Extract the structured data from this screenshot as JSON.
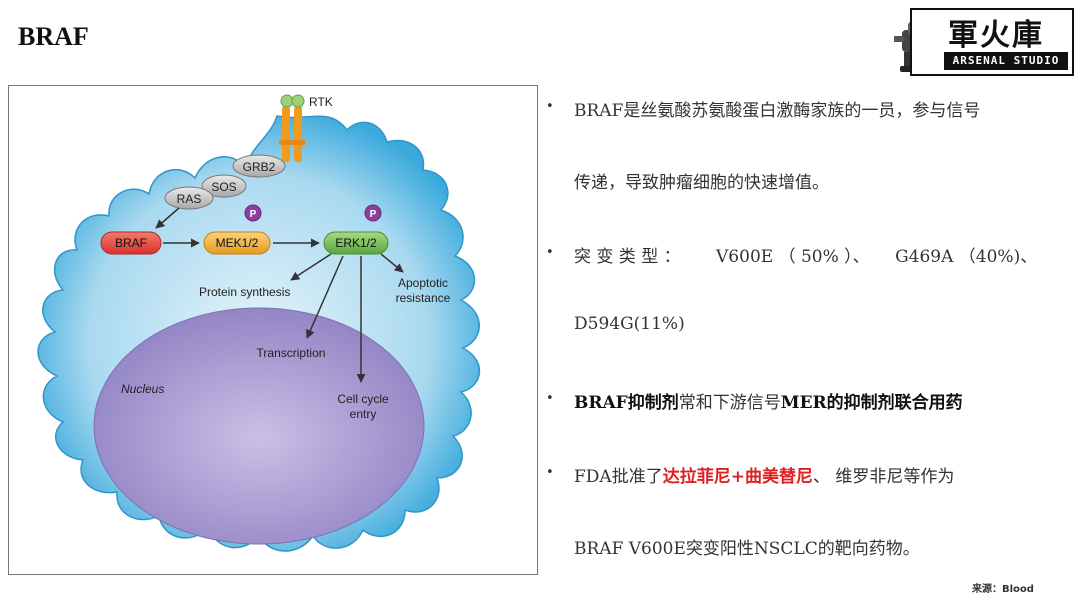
{
  "page": {
    "title": "BRAF",
    "source": "来源：Blood"
  },
  "logo": {
    "cn": "軍火庫",
    "en": "ARSENAL STUDIO"
  },
  "diagram": {
    "rtk": "RTK",
    "grb2": "GRB2",
    "sos": "SOS",
    "ras": "RAS",
    "braf": "BRAF",
    "mek": "MEK1/2",
    "erk": "ERK1/2",
    "p1": "P",
    "p2": "P",
    "protein": "Protein synthesis",
    "apoptotic1": "Apoptotic",
    "apoptotic2": "resistance",
    "transcription": "Transcription",
    "nucleus": "Nucleus",
    "cellcycle1": "Cell cycle",
    "cellcycle2": "entry",
    "colors": {
      "cell_outer": "#3aa9dc",
      "cell_inner": "#cbe8f6",
      "nucleus": "#a79ad0",
      "braf": "#e8473e",
      "mek": "#f2b43a",
      "erk": "#79c05a",
      "p_badge": "#8b3fa0",
      "rtk": "#f29a1e"
    }
  },
  "bullets": {
    "b1_l1": "BRAF是丝氨酸苏氨酸蛋白激酶家族的一员，参与信号",
    "b1_l2": "传递，导致肿瘤细胞的快速增值。",
    "b2_l1a": "突 变 类 型 ：",
    "b2_l1b": "V600E （ 50% ）、",
    "b2_l1c": "G469A （40%)、",
    "b2_l2": "D594G(11%)",
    "b3_bold1": "BRAF抑制剂",
    "b3_mid": "常和下游信号",
    "b3_bold2": "MER的抑制剂联合用药",
    "b4_a": "FDA批准了",
    "b4_red": "达拉菲尼+曲美替尼",
    "b4_b": "、  维罗非尼等作为",
    "b4_l2": "BRAF V600E突变阳性NSCLC的靶向药物。"
  }
}
